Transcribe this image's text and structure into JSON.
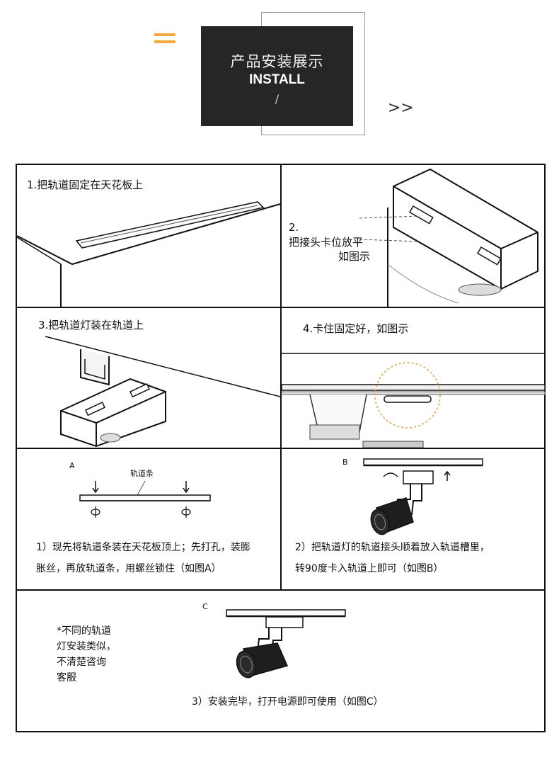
{
  "header": {
    "title_cn": "产品安装展示",
    "title_en": "INSTALL",
    "slash": "/",
    "arrow": ">>"
  },
  "steps": {
    "s1": "1.把轨道固定在天花板上",
    "s2_num": "2.",
    "s2_line1": "把接头卡位放平",
    "s2_line2": "如图示",
    "s3": "3.把轨道灯装在轨道上",
    "s4": "4.卡住固定好，如图示"
  },
  "fig_a": {
    "label": "A",
    "track_label": "轨道条",
    "text_line1": "1）现先将轨道条装在天花板顶上；先打孔，装膨",
    "text_line2": "胀丝，再放轨道条，用螺丝锁住（如图A）"
  },
  "fig_b": {
    "label": "B",
    "text_line1": "2）把轨道灯的轨道接头顺着放入轨道槽里，",
    "text_line2": "转90度卡入轨道上即可（如图B）"
  },
  "fig_c": {
    "label": "C",
    "note_line1": "*不同的轨道",
    "note_line2": "灯安装类似，",
    "note_line3": "不清楚咨询",
    "note_line4": "客服",
    "text": "3）安装完毕，打开电源即可使用（如图C）"
  }
}
